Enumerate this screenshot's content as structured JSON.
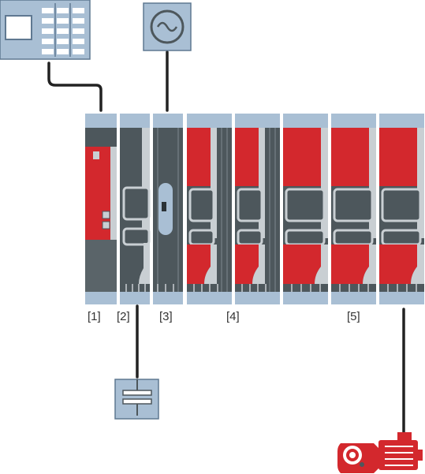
{
  "labels": {
    "module1": "[1]",
    "module2": "[2]",
    "module3": "[3]",
    "module4": "[4]",
    "module5": "[5]"
  },
  "colors": {
    "blue_light": "#a9bfd4",
    "blue_dark": "#5f7891",
    "red": "#d3282d",
    "gray": "#4d575c",
    "cable": "#222222"
  },
  "icons": {
    "controller": "controller-icon",
    "ac_supply": "ac-supply-icon",
    "capacitor": "capacitor-module-icon",
    "motor": "gear-motor-icon"
  }
}
